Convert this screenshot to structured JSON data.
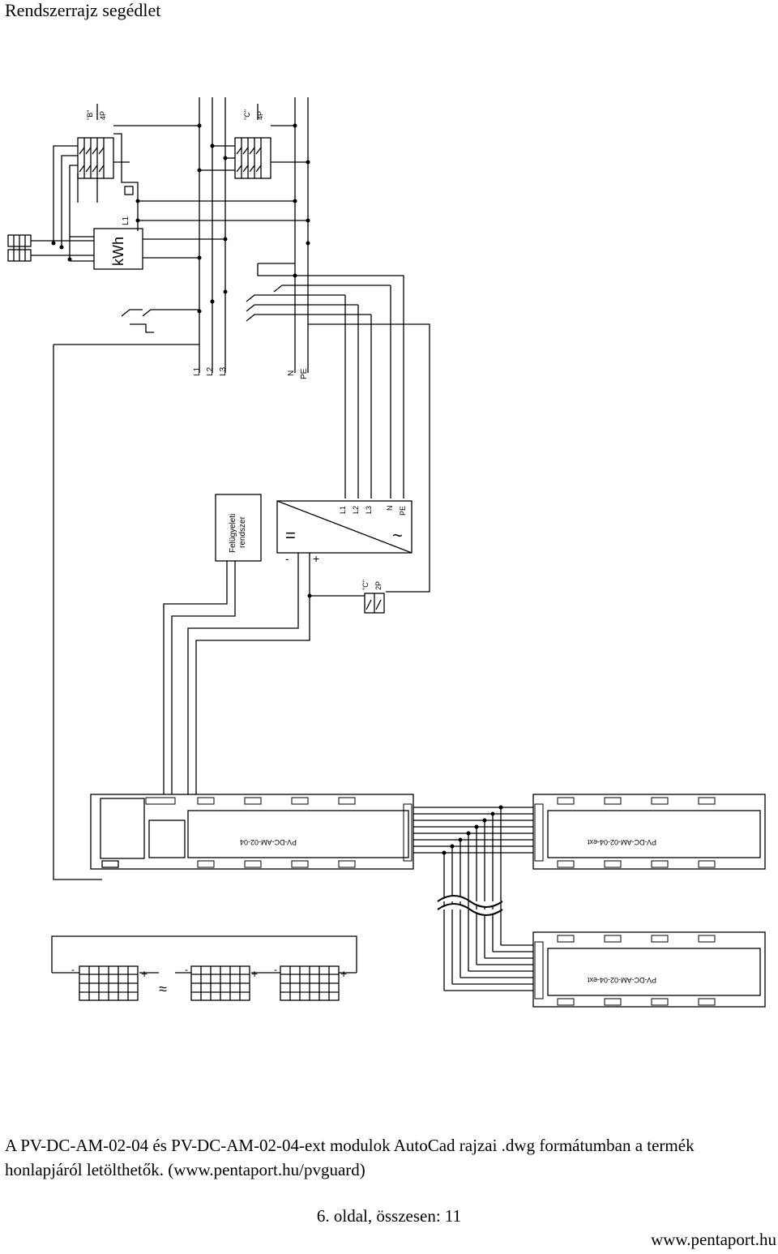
{
  "header": {
    "title": "Rendszerrajz segédlet"
  },
  "diagram": {
    "breaker_b": {
      "label_type": "\"B\"",
      "label_poles": "4P"
    },
    "breaker_c": {
      "label_type": "\"C\"",
      "label_poles": "4P"
    },
    "breaker_dc": {
      "label_type": "\"C\"",
      "label_poles": "2P"
    },
    "meter": {
      "label": "kWh"
    },
    "ln_label_1": "L1",
    "ln_label_2": "L2",
    "ln_label_3": "L3",
    "bus_labels": [
      "L1",
      "L2",
      "L3",
      "N",
      "PE"
    ],
    "monitor": {
      "label_line1": "Felügyeleti",
      "label_line2": "rendszer"
    },
    "inverter": {
      "dc_symbol": "=",
      "ac_symbol": "~",
      "minus": "-",
      "plus": "+",
      "ac_labels": [
        "L1",
        "L2",
        "L3",
        "N",
        "PE"
      ]
    },
    "module_main": {
      "label": "PV-DC-AM-02-04"
    },
    "module_ext1": {
      "label": "PV-DC-AM-02-04-ext"
    },
    "module_ext2": {
      "label": "PV-DC-AM-02-04-ext"
    },
    "panel_minus": "-",
    "panel_plus": "+",
    "break_mark": "≈"
  },
  "caption": {
    "text": "A PV-DC-AM-02-04 és PV-DC-AM-02-04-ext modulok AutoCad rajzai .dwg formátumban a termék honlapjáról letölthetők. (www.pentaport.hu/pvguard)"
  },
  "page": {
    "number": "6. oldal, összesen: 11"
  },
  "footer": {
    "url": "www.pentaport.hu"
  }
}
